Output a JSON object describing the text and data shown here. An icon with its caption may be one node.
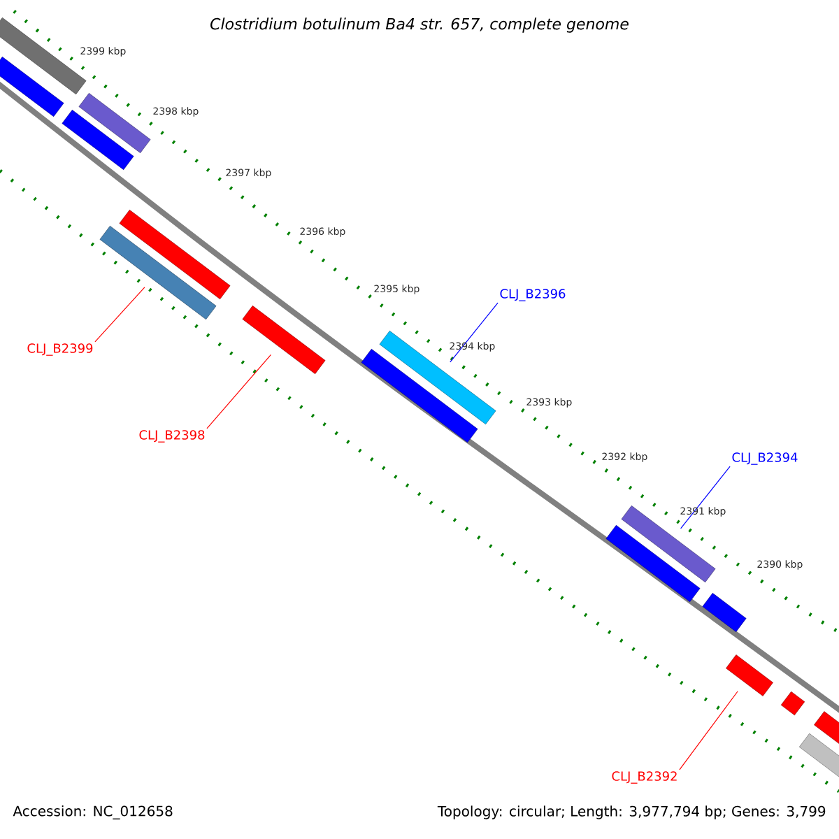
{
  "diagram": {
    "title": "Clostridium botulinum Ba4 str. 657, complete genome",
    "nodes": [
      {
        "text": [
          "CLJ_B2399"
        ]
      },
      {
        "text": [
          "CLJ_B2398"
        ]
      },
      {
        "text": [
          "CLJ_B2396"
        ]
      },
      {
        "text": [
          "CLJ_B2394"
        ]
      },
      {
        "text": [
          "CLJ_B2392"
        ]
      },
      {
        "text": [],
        "shape": "bar"
      },
      {
        "text": [],
        "shape": "bar"
      },
      {
        "text": [],
        "shape": "bar"
      },
      {
        "text": [],
        "shape": "bar"
      },
      {
        "text": [],
        "shape": "bar"
      },
      {
        "text": [],
        "shape": "bar"
      },
      {
        "text": [],
        "shape": "bar"
      },
      {
        "text": [],
        "shape": "bar"
      },
      {
        "text": [],
        "shape": "bar"
      },
      {
        "text": [],
        "shape": "bar"
      },
      {
        "text": [],
        "shape": "bar"
      },
      {
        "text": [],
        "shape": "bar"
      },
      {
        "text": [],
        "shape": "bar"
      },
      {
        "text": [],
        "shape": "bar"
      },
      {
        "text": [],
        "shape": "bar"
      },
      {
        "text": [],
        "shape": "bar"
      }
    ],
    "edges": [
      {
        "from": 0,
        "to": 9,
        "arrow": "none"
      },
      {
        "from": 1,
        "to": 11,
        "arrow": "none"
      },
      {
        "from": 2,
        "to": 13,
        "arrow": "none",
        "color": "#0000ff"
      },
      {
        "from": 3,
        "to": 15,
        "arrow": "none",
        "color": "#0000ff"
      },
      {
        "from": 4,
        "to": 17,
        "arrow": "none"
      }
    ],
    "labels": [
      "2399 kbp",
      "2398 kbp",
      "2397 kbp",
      "2396 kbp",
      "2395 kbp",
      "2394 kbp",
      "2393 kbp",
      "2392 kbp",
      "2391 kbp",
      "2390 kbp",
      "Accession: NC_012658",
      "Topology: circular; Length: 3,977,794 bp; Genes: 3,799"
    ]
  }
}
